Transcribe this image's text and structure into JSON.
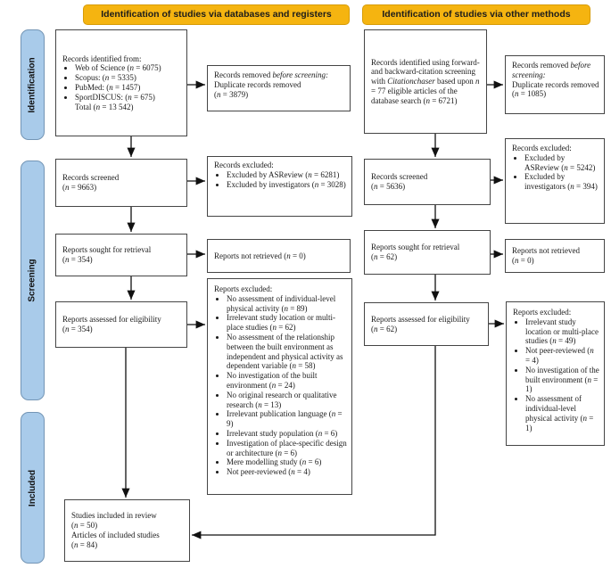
{
  "headers": {
    "left": "Identification of studies via databases and registers",
    "right": "Identification of studies via other methods"
  },
  "sidebar": {
    "identification": "Identification",
    "screening": "Screening",
    "included": "Included"
  },
  "left_col": {
    "identified": {
      "intro": "Records identified from:",
      "bullets": [
        "Web of Science (n = 6075)",
        "Scopus: (n = 5335)",
        "PubMed: (n = 1457)",
        "SportDISCUS: (n = 675)"
      ],
      "total": "Total (n = 13 542)"
    },
    "screened": {
      "lines": [
        "Records screened",
        "(n = 9663)"
      ]
    },
    "sought": {
      "lines": [
        "Reports sought for retrieval",
        "(n = 354)"
      ]
    },
    "assessed": {
      "lines": [
        "Reports assessed for eligibility",
        "(n = 354)"
      ]
    },
    "included": {
      "lines": [
        "Studies included in review",
        "(n = 50)",
        "Articles of included studies",
        "(n = 84)"
      ]
    }
  },
  "left_excl": {
    "removed": {
      "pre": "Records removed ",
      "em": "before screening:",
      "lines": [
        "Duplicate records removed",
        "(n = 3879)"
      ]
    },
    "excluded": {
      "label": "Records excluded:",
      "bullets": [
        "Excluded by ASReview (n = 6281)",
        "Excluded by investigators (n = 3028)"
      ]
    },
    "not_retrieved": {
      "lines": [
        "Reports not retrieved (n = 0)"
      ]
    },
    "reports_excluded": {
      "label": "Reports excluded:",
      "bullets": [
        "No assessment of individual-level physical activity (n = 89)",
        "Irrelevant study location or multi-place studies (n = 62)",
        "No assessment of the relationship between the built environment as independent and physical activity as dependent variable (n = 58)",
        "No investigation of the built environment (n = 24)",
        "No original research or qualitative research (n = 13)",
        "Irrelevant publication language (n = 9)",
        "Irrelevant study population (n = 6)",
        "Investigation of place-specific design or architecture (n = 6)",
        "Mere modelling study (n = 6)",
        "Not peer-reviewed (n = 4)"
      ]
    }
  },
  "right_col": {
    "identified": {
      "pre": "Records identified using forward- and backward-citation screening with ",
      "em": "Citationchaser",
      "post": " based upon n = 77 eligible articles of the database search (n = 6721)"
    },
    "screened": {
      "lines": [
        "Records screened",
        "(n = 5636)"
      ]
    },
    "sought": {
      "lines": [
        "Reports sought for retrieval",
        "(n = 62)"
      ]
    },
    "assessed": {
      "lines": [
        "Reports assessed for eligibility",
        "(n = 62)"
      ]
    }
  },
  "right_excl": {
    "removed": {
      "pre": "Records removed ",
      "em": "before screening:",
      "lines": [
        "Duplicate records removed (n = 1085)"
      ]
    },
    "excluded": {
      "label": "Records excluded:",
      "bullets": [
        "Excluded by ASReview (n = 5242)",
        "Excluded by investigators (n = 394)"
      ]
    },
    "not_retrieved": {
      "lines": [
        "Reports not retrieved",
        "(n = 0)"
      ]
    },
    "reports_excluded": {
      "label": "Reports excluded:",
      "bullets": [
        "Irrelevant study location or multi-place studies (n = 49)",
        "Not peer-reviewed (n = 4)",
        "No investigation of the built environment (n = 1)",
        "No assessment of individual-level physical activity (n = 1)"
      ]
    }
  },
  "colors": {
    "header_fill": "#F5B410",
    "stage_fill": "#A9CBEA",
    "box_border": "#454545"
  }
}
